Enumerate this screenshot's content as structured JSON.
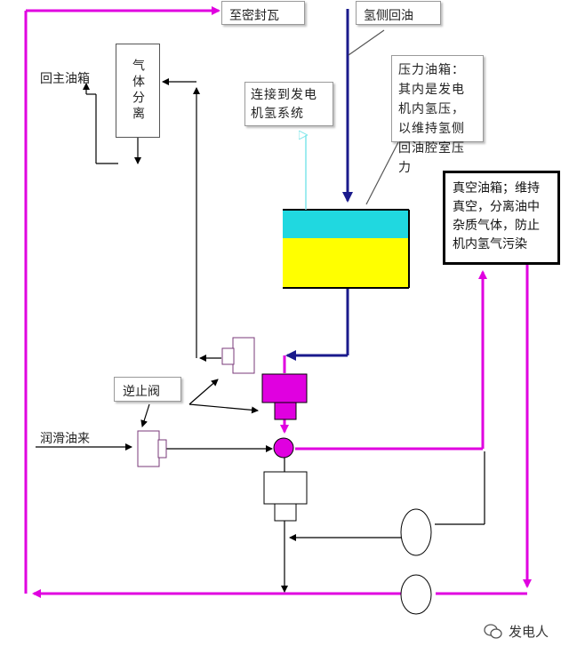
{
  "labels": {
    "seal_tile": "至密封瓦",
    "hydrogen_return": "氢侧回油",
    "pressure_tank_note": "压力油箱：其内是发电机内氢压，以维持氢侧回油腔室压力",
    "generator_hydrogen": "连接到发电机氢系统",
    "gas_separation": "气体分离",
    "main_tank_return": "回主油箱",
    "vacuum_tank_note": "真空油箱；维持真空，分离油中杂质气体，防止机内氢气污染",
    "check_valve": "逆止阀",
    "lube_oil_in": "润滑油来",
    "watermark": "发电人"
  },
  "colors": {
    "magenta": "#e000e0",
    "navy": "#1a1a8c",
    "cyan": "#20d8e0",
    "yellow": "#ffff00",
    "light_cyan": "#7fe6ea",
    "black": "#000000"
  },
  "icons": {
    "watermark": "wechat-icon"
  }
}
